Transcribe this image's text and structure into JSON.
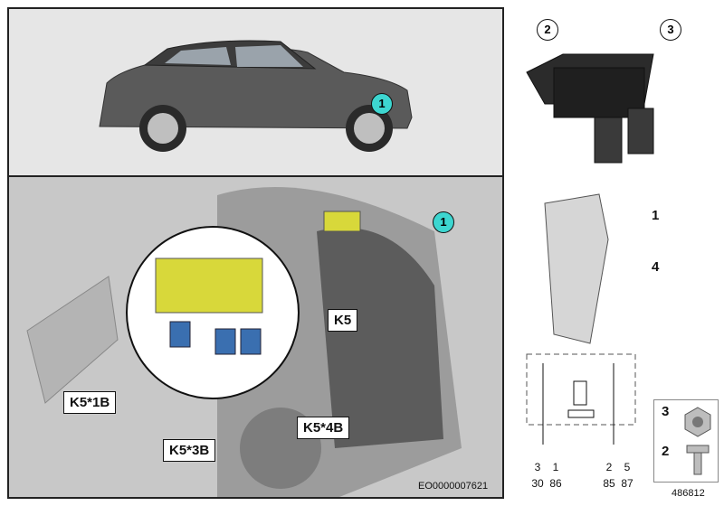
{
  "callouts": {
    "car_position": "1",
    "detail_position": "1",
    "part_relay": "1",
    "part_connector_top": "2",
    "part_connector_right": "3",
    "part_bracket": "4"
  },
  "labels": {
    "k5": "K5",
    "k5_1b": "K5*1B",
    "k5_3b": "K5*3B",
    "k5_4b": "K5*4B",
    "image_code": "EO0000007621",
    "ref_number": "486812"
  },
  "schematic": {
    "pins_top": [
      "3",
      "1",
      "2",
      "5"
    ],
    "pins_bottom": [
      "30",
      "86",
      "85",
      "87"
    ]
  },
  "parts_box": {
    "item_nut": "3",
    "item_screw": "2"
  },
  "colors": {
    "callout_cyan": "#3dd6d0",
    "relay_yellow": "#d8d83a",
    "connector_blue": "#3a6fb0"
  }
}
